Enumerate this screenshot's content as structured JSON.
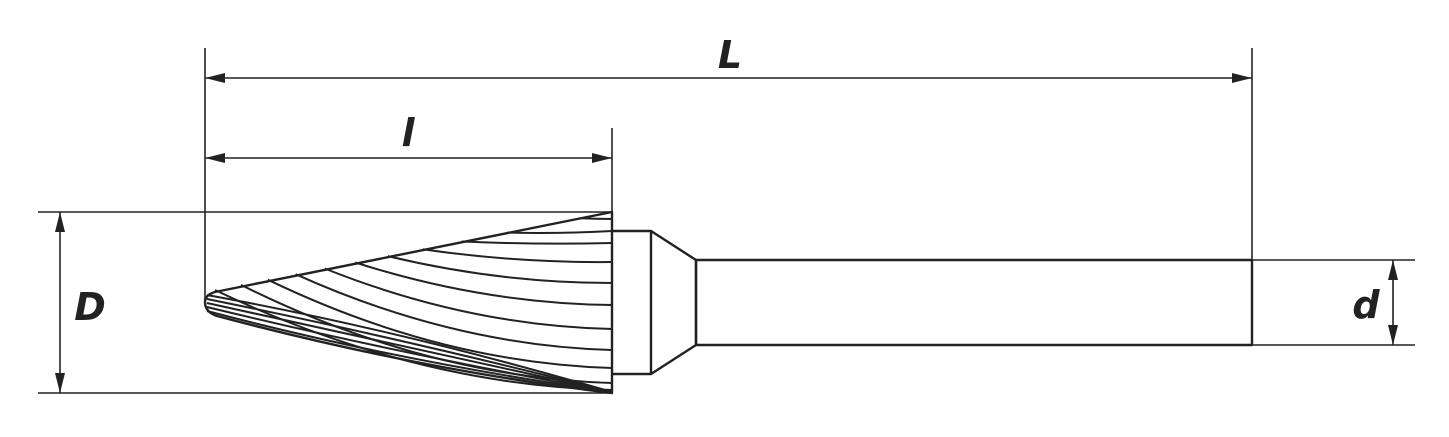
{
  "labels": {
    "overall_length": "L",
    "cutting_length": "l",
    "head_diameter": "D",
    "shank_diameter": "d"
  },
  "colors": {
    "line": "#222222",
    "background": "#ffffff"
  }
}
